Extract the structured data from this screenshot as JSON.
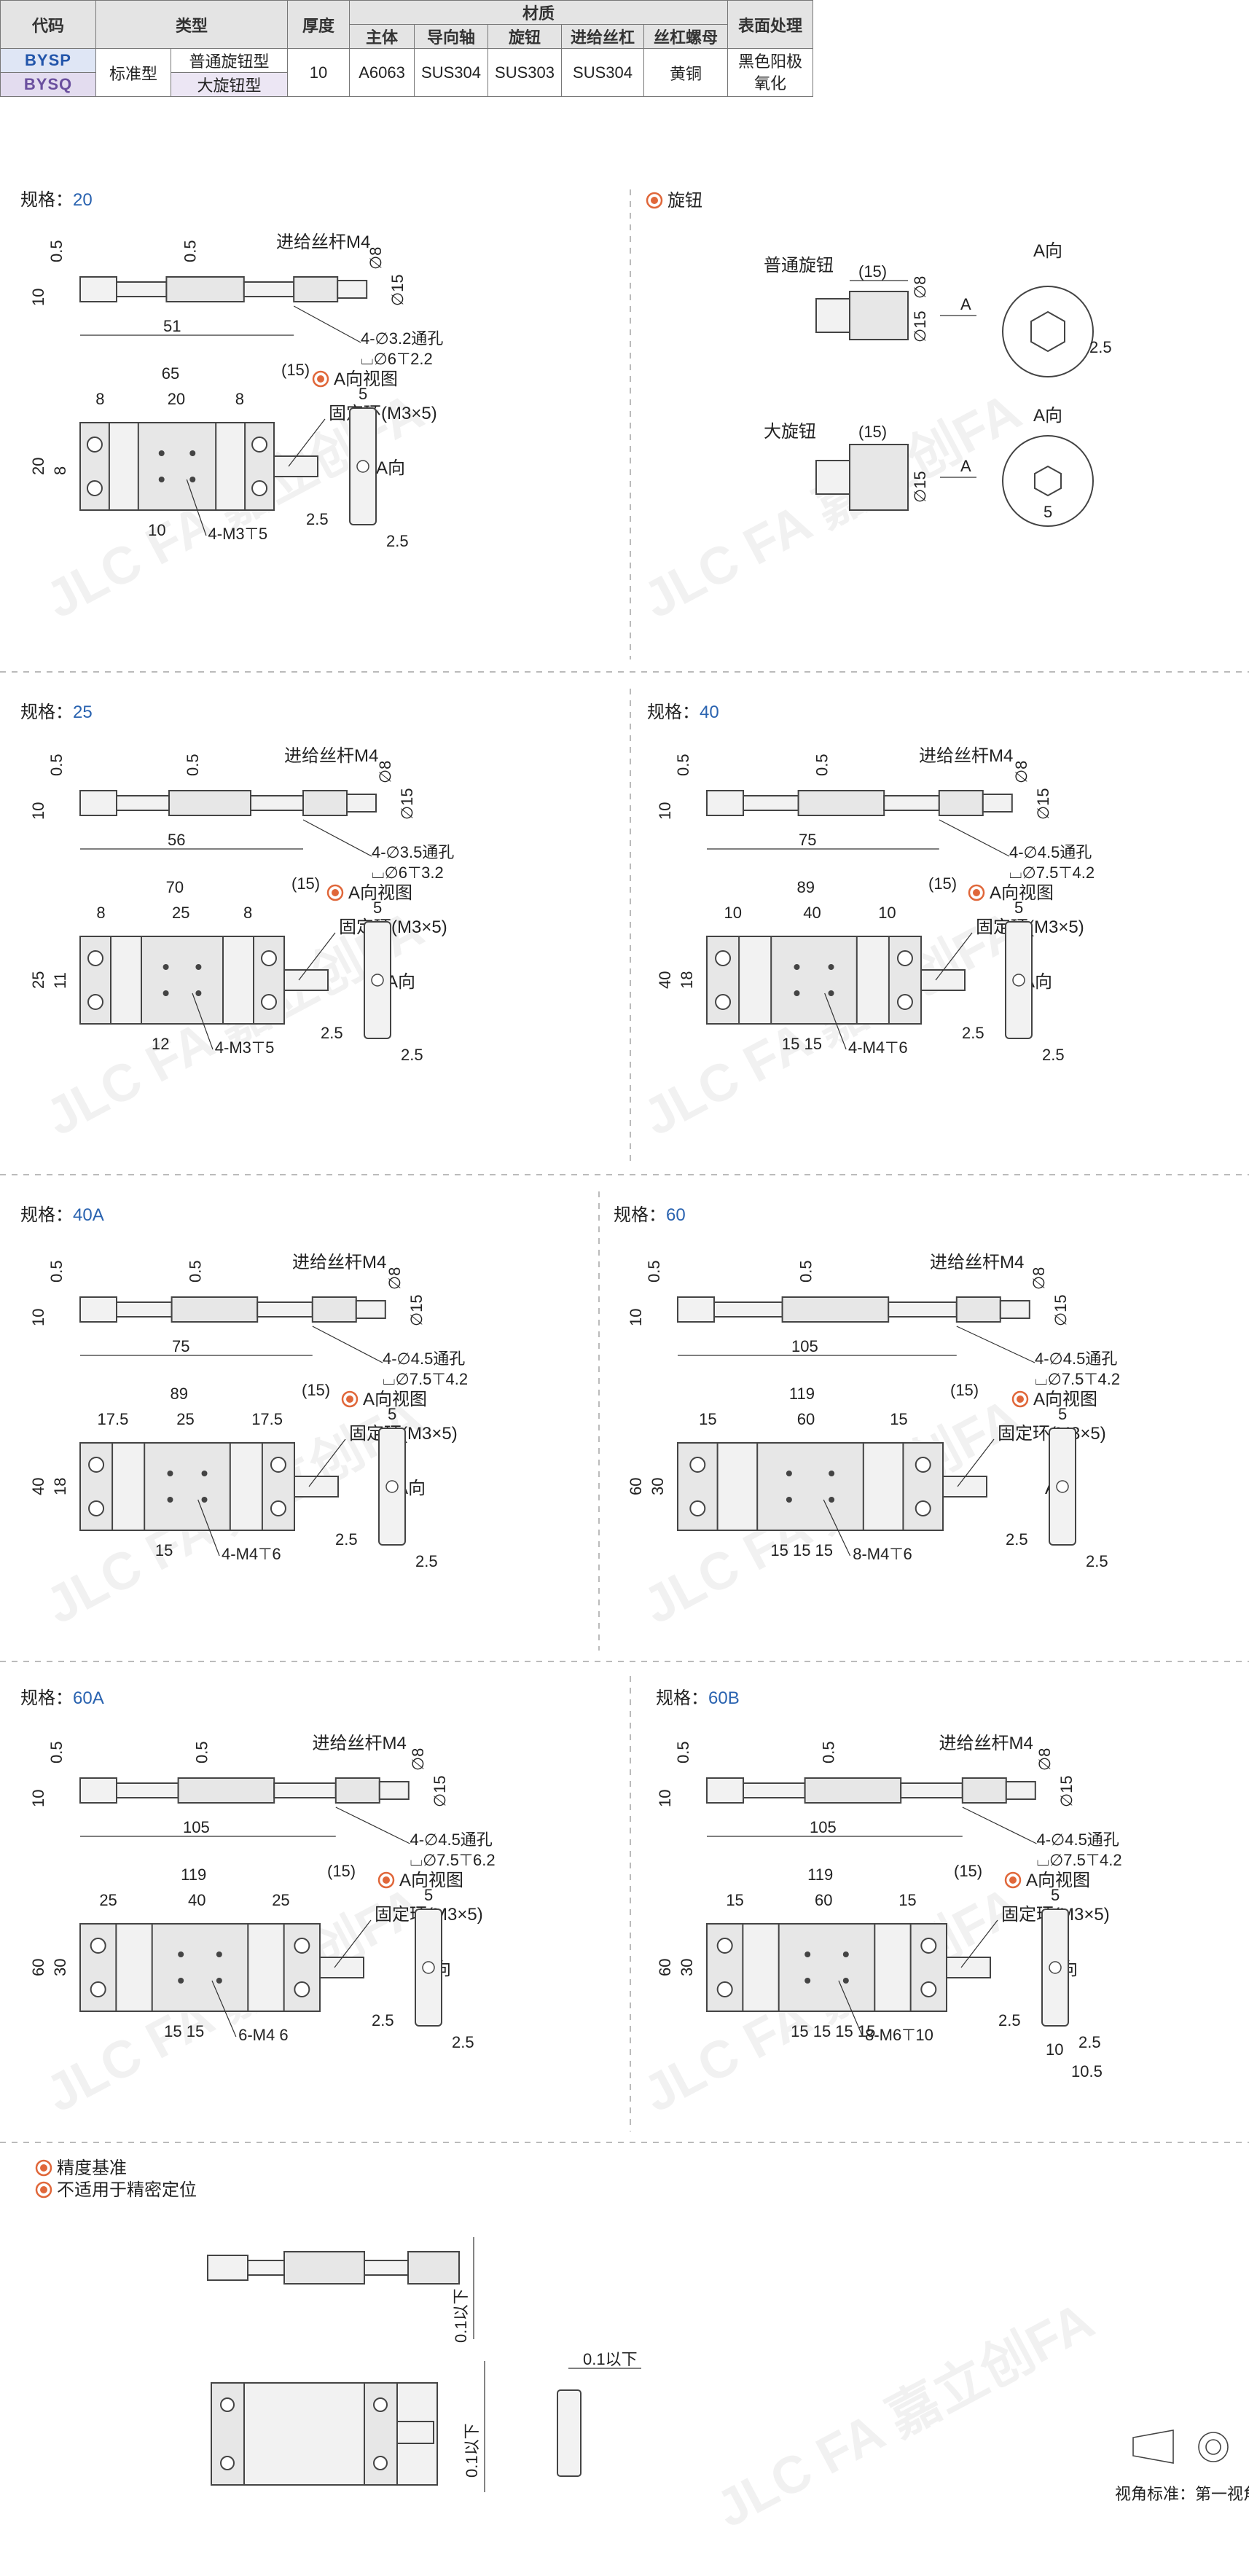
{
  "table": {
    "headers": {
      "code": "代码",
      "type": "类型",
      "thickness": "厚度",
      "material": "材质",
      "body": "主体",
      "guide_shaft": "导向轴",
      "knob": "旋钮",
      "feed_screw": "进给丝杠",
      "screw_nut": "丝杠螺母",
      "surface": "表面处理"
    },
    "rows": [
      {
        "code": "BYSP",
        "subtype": "普通旋钮型"
      },
      {
        "code": "BYSQ",
        "subtype": "大旋钮型"
      }
    ],
    "type_group": "标准型",
    "thickness": "10",
    "material": {
      "body": "A6063",
      "guide_shaft": "SUS304",
      "knob": "SUS303",
      "feed_screw": "SUS304",
      "screw_nut": "黄铜"
    },
    "surface": "黑色阳极氧化"
  },
  "labels": {
    "spec_prefix": "规格：",
    "feed_screw": "进给丝杆M4",
    "fixing_ring": "固定环(M3×5)",
    "a_view": "A向视图",
    "a_dir": "A向",
    "a": "A",
    "knob_title": "旋钮",
    "normal_knob": "普通旋钮",
    "large_knob": "大旋钮",
    "precision_ref": "精度基准",
    "not_precise": "不适用于精密定位",
    "under_01": "0.1以下",
    "projection": "视角标准：第一视角"
  },
  "sections": [
    {
      "spec": "20",
      "d_hole": "4-∅3.2通孔",
      "cb": "⌴∅6⊤2.2",
      "len_top": "51",
      "overall": "65",
      "seg": [
        "8",
        "20",
        "8"
      ],
      "margin": "(15)",
      "height": "20",
      "inner": "8",
      "pitch": "10",
      "thread": "4-M3⊤5",
      "t": "0.5",
      "h": "10",
      "d8": "∅8",
      "d15": "∅15",
      "view_w": "5",
      "view_side": "2.5"
    },
    {
      "spec": "25",
      "d_hole": "4-∅3.5通孔",
      "cb": "⌴∅6⊤3.2",
      "len_top": "56",
      "overall": "70",
      "seg": [
        "8",
        "25",
        "8"
      ],
      "margin": "(15)",
      "height": "25",
      "inner": "11",
      "pitch": "12",
      "thread": "4-M3⊤5",
      "t": "0.5",
      "h": "10",
      "d8": "∅8",
      "d15": "∅15",
      "view_w": "5",
      "view_side": "2.5"
    },
    {
      "spec": "40",
      "d_hole": "4-∅4.5通孔",
      "cb": "⌴∅7.5⊤4.2",
      "len_top": "75",
      "overall": "89",
      "seg": [
        "10",
        "40",
        "10"
      ],
      "margin": "(15)",
      "height": "40",
      "inner": "18",
      "pitch": "15  15",
      "thread": "4-M4⊤6",
      "t": "0.5",
      "h": "10",
      "d8": "∅8",
      "d15": "∅15",
      "view_w": "5",
      "view_side": "2.5"
    },
    {
      "spec": "40A",
      "d_hole": "4-∅4.5通孔",
      "cb": "⌴∅7.5⊤4.2",
      "len_top": "75",
      "overall": "89",
      "seg": [
        "17.5",
        "25",
        "17.5"
      ],
      "margin": "(15)",
      "height": "40",
      "inner": "18",
      "pitch": "15",
      "thread": "4-M4⊤6",
      "t": "0.5",
      "h": "10",
      "d8": "∅8",
      "d15": "∅15",
      "view_w": "5",
      "view_side": "2.5"
    },
    {
      "spec": "60",
      "d_hole": "4-∅4.5通孔",
      "cb": "⌴∅7.5⊤4.2",
      "len_top": "105",
      "overall": "119",
      "seg": [
        "15",
        "60",
        "15"
      ],
      "margin": "(15)",
      "height": "60",
      "inner": "30",
      "pitch": "15  15  15",
      "thread": "8-M4⊤6",
      "t": "0.5",
      "h": "10",
      "d8": "∅8",
      "d15": "∅15",
      "view_w": "5",
      "view_side": "2.5"
    },
    {
      "spec": "60A",
      "d_hole": "4-∅4.5通孔",
      "cb": "⌴∅7.5⊤6.2",
      "len_top": "105",
      "overall": "119",
      "seg": [
        "25",
        "40",
        "25"
      ],
      "margin": "(15)",
      "height": "60",
      "inner": "30",
      "pitch": "15  15",
      "thread": "6-M4  6",
      "t": "0.5",
      "h": "10",
      "d8": "∅8",
      "d15": "∅15",
      "view_w": "5",
      "view_side": "2.5"
    },
    {
      "spec": "60B",
      "d_hole": "4-∅4.5通孔",
      "cb": "⌴∅7.5⊤4.2",
      "len_top": "105",
      "overall": "119",
      "seg": [
        "15",
        "60",
        "15"
      ],
      "margin": "(15)",
      "height": "60",
      "inner": "30",
      "pitch": "15  15  15  15",
      "thread": "8-M6⊤10",
      "t": "0.5",
      "h": "10",
      "d8": "∅8",
      "d15": "∅15",
      "view_w": "5",
      "view_side": "2.5",
      "extra": [
        "10",
        "10.5"
      ]
    }
  ],
  "knob_dims": {
    "len": "(15)",
    "d8": "∅8",
    "d15": "∅15",
    "side": "2.5",
    "w": "5"
  },
  "watermark": "JLC FA 嘉立创FA"
}
